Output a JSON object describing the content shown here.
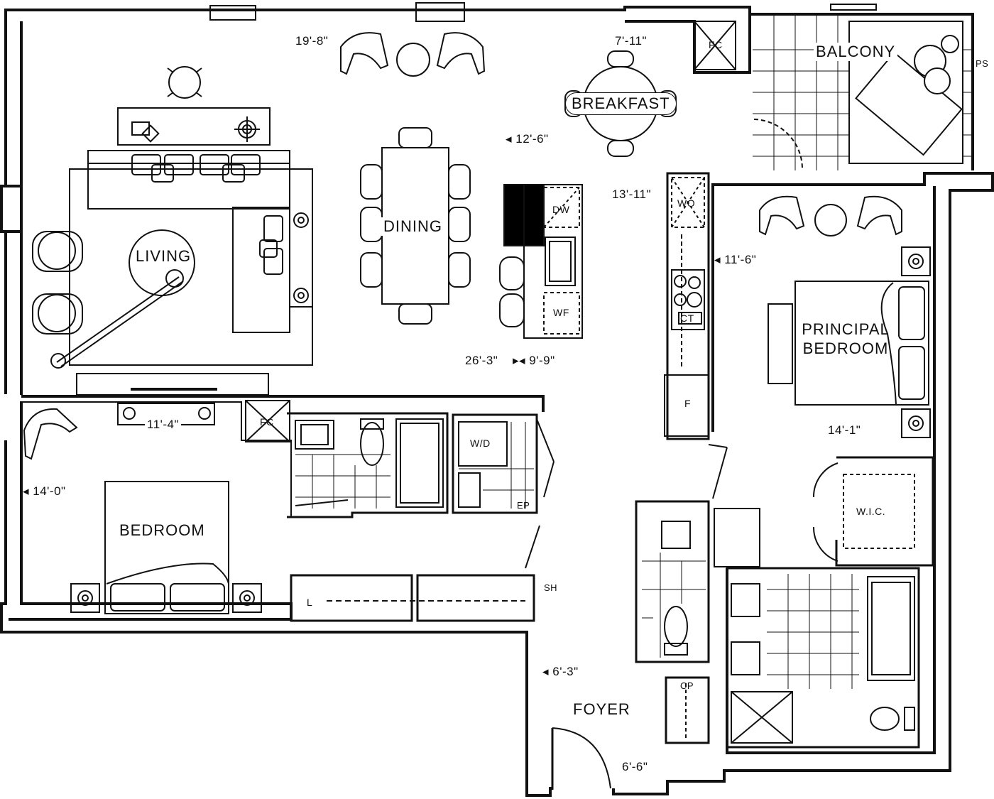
{
  "rooms": {
    "living": "LIVING",
    "dining": "DINING",
    "breakfast": "BREAKFAST",
    "balcony": "BALCONY",
    "principal_bedroom_line1": "PRINCIPAL",
    "principal_bedroom_line2": "BEDROOM",
    "bedroom": "BEDROOM",
    "foyer": "FOYER",
    "wic": "W.I.C."
  },
  "dimensions": {
    "living_width": "19'-8\"",
    "breakfast_width": "7'-11\"",
    "dining_depth": "12'-6\"",
    "breakfast_depth": "13'-11\"",
    "principal_width": "11'-6\"",
    "living_length": "26'-3\"",
    "dining_width": "9'-9\"",
    "bedroom_width": "11'-4\"",
    "bedroom_length": "14'-0\"",
    "principal_length": "14'-1\"",
    "foyer_width": "6'-3\"",
    "foyer_depth": "6'-6\""
  },
  "fixtures": {
    "fc_top": "FC",
    "fc_bedroom": "FC",
    "ps": "PS",
    "dw": "DW",
    "wf": "WF",
    "wo": "WO",
    "ct": "CT",
    "fridge": "F",
    "wd": "W/D",
    "ep": "EP",
    "linen": "L",
    "sh": "SH",
    "cp": "CP"
  }
}
